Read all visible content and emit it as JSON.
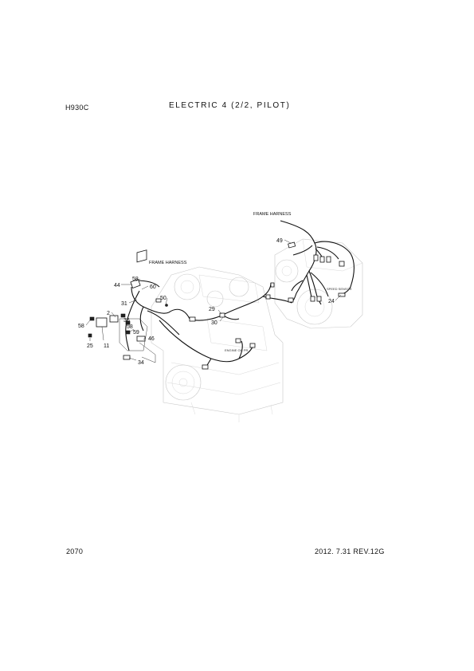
{
  "header": {
    "model": "H930C",
    "title": "ELECTRIC 4 (2/2, PILOT)"
  },
  "footer": {
    "page_number": "2070",
    "revision": "2012. 7.31 REV.12G"
  },
  "diagram": {
    "captions": {
      "frame_harness_upper": "FRAME HARNESS",
      "frame_harness_lower": "FRAME HARNESS",
      "speed_sensor": "SPEED SENSOR",
      "engine_oil_pressure": "ENGINE OIL PR."
    },
    "callouts": {
      "c2": "2",
      "c11": "11",
      "c24": "24",
      "c25": "25",
      "c29": "29",
      "c30": "30",
      "c31": "31",
      "c34": "34",
      "c36": "36",
      "c44": "44",
      "c46": "46",
      "c49": "49",
      "c50": "50",
      "c58a": "58",
      "c58b": "58",
      "c58c": "58",
      "c59": "59",
      "c60": "60"
    }
  }
}
